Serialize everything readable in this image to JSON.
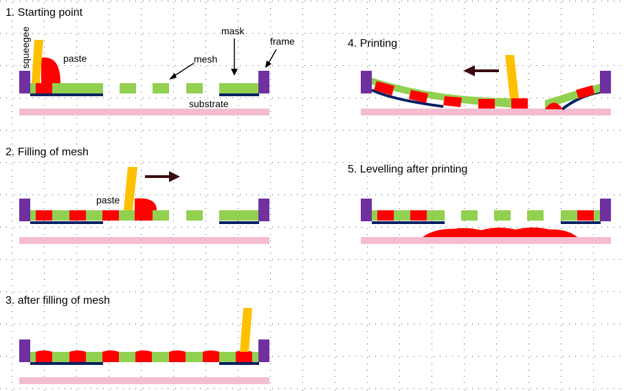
{
  "steps": [
    {
      "title": "1. Starting point"
    },
    {
      "title": "2. Filling of mesh"
    },
    {
      "title": "3. after filling of mesh"
    },
    {
      "title": "4. Printing"
    },
    {
      "title": "5. Levelling after printing"
    }
  ],
  "labels": {
    "squeegee": "squeegee",
    "paste": "paste",
    "mesh": "mesh",
    "mask": "mask",
    "frame": "frame",
    "substrate": "substrate",
    "paste_step2": "paste"
  },
  "colors": {
    "squeegee": "#FFC000",
    "paste": "#FF0000",
    "mesh": "#92D050",
    "mask": "#002060",
    "frame": "#7030A0",
    "substrate": "#F4BCD0",
    "arrow": "#3A0A10",
    "grid": "#4D4D4D"
  }
}
